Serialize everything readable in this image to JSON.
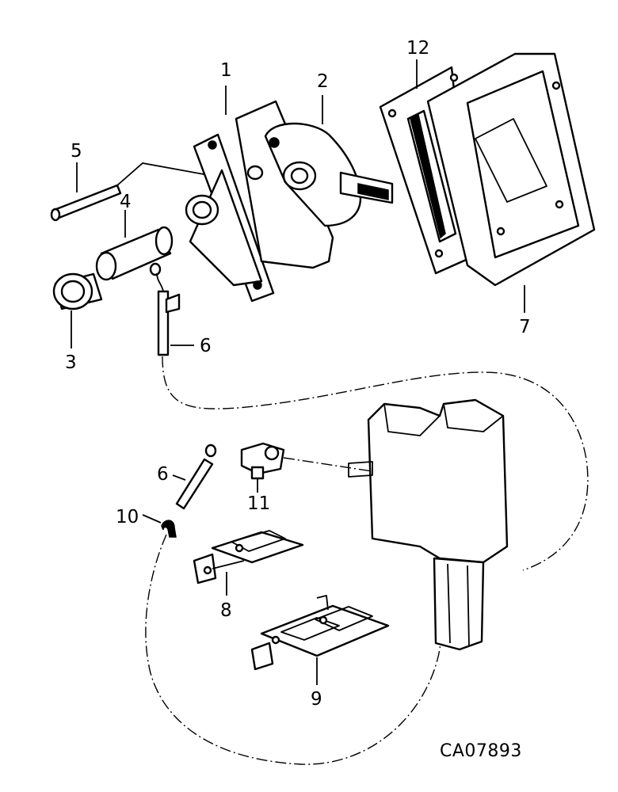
{
  "diagram": {
    "drawing_code": "CA07893",
    "callouts": {
      "c1": "1",
      "c2": "2",
      "c3": "3",
      "c4": "4",
      "c5": "5",
      "c6a": "6",
      "c6b": "6",
      "c7": "7",
      "c8": "8",
      "c9": "9",
      "c10": "10",
      "c11": "11",
      "c12": "12"
    }
  }
}
